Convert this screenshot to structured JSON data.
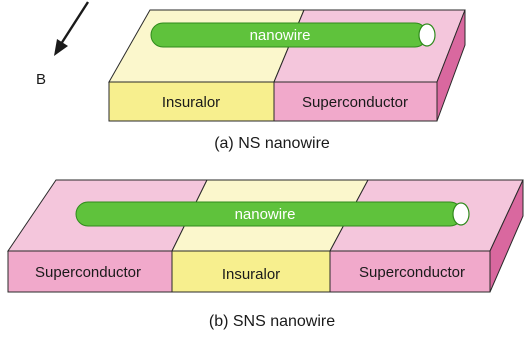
{
  "field": {
    "label": "B"
  },
  "diagram_a": {
    "wire_label": "nanowire",
    "left_block_label": "Insuralor",
    "right_block_label": "Superconductor",
    "caption": "(a) NS nanowire"
  },
  "diagram_b": {
    "wire_label": "nanowire",
    "left_block_label": "Superconductor",
    "middle_block_label": "Insuralor",
    "right_block_label": "Superconductor",
    "caption": "(b) SNS nanowire"
  },
  "colors": {
    "insulator_top": "#fbf7cc",
    "insulator_front": "#f7ef8e",
    "superconductor_top": "#f4c6dc",
    "superconductor_front": "#f1a9cb",
    "superconductor_side": "#d9689f",
    "wire": "#5fc23c",
    "wire_edge": "#2f8a1c",
    "edge": "#2a2a2a"
  }
}
